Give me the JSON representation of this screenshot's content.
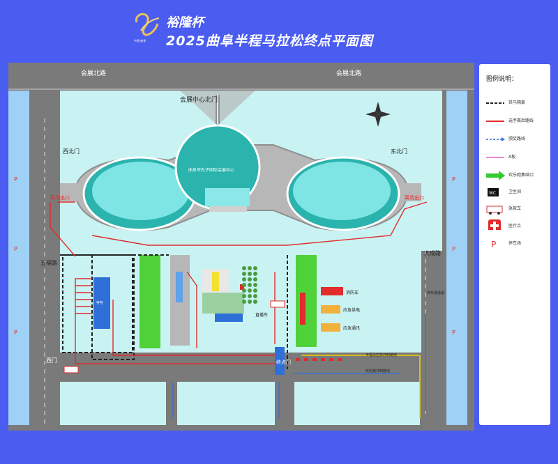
{
  "header": {
    "line1": "裕隆杯",
    "line2": "2025曲阜半程马拉松终点平面图",
    "logo_text": "中国·曲阜"
  },
  "roads": {
    "north_left": "会展北路",
    "north_right": "会展北路",
    "west": "五福路",
    "east": "大成路",
    "west_gate_label": "西门",
    "east_lane_label": "停车场通道"
  },
  "map_labels": {
    "north_gate": "会展中心北门",
    "center": "曲阜市孔子国际会展中心",
    "nw_gate": "西北门",
    "ne_gate": "东北门",
    "exit_left": "离场出口",
    "exit_right": "离场出口",
    "finish_gate": "终点门",
    "fire_truck": "消防车",
    "power": "应急供电",
    "comms": "应急通讯",
    "broadcast_car": "直播车",
    "lane_left": "半程马拉松冲刺路线",
    "lane_right": "欢乐跑冲刺路线",
    "storage": "存包",
    "parking_p": "P"
  },
  "legend": {
    "title": "图例说明：",
    "items": [
      {
        "label": "铁马隔离",
        "icon": "dashed-line-icon"
      },
      {
        "label": "选手赛后路线",
        "icon": "red-line-icon"
      },
      {
        "label": "颁奖路线",
        "icon": "blue-arrow-icon"
      },
      {
        "label": "A板",
        "icon": "pink-line-icon"
      },
      {
        "label": "欢乐跑集结口",
        "icon": "green-arrow-icon"
      },
      {
        "label": "卫生间",
        "icon": "wc-icon"
      },
      {
        "label": "急救车",
        "icon": "ambulance-icon"
      },
      {
        "label": "医疗点",
        "icon": "medical-icon"
      },
      {
        "label": "停车场",
        "icon": "parking-icon"
      }
    ]
  },
  "colors": {
    "background": "#4b5cf0",
    "road": "#7a7a7a",
    "ground": "#c9f3f3",
    "building": "#2bb3ad",
    "lawn": "#4fd13a",
    "water": "#9fd0f5",
    "route": "#e22b2b"
  }
}
